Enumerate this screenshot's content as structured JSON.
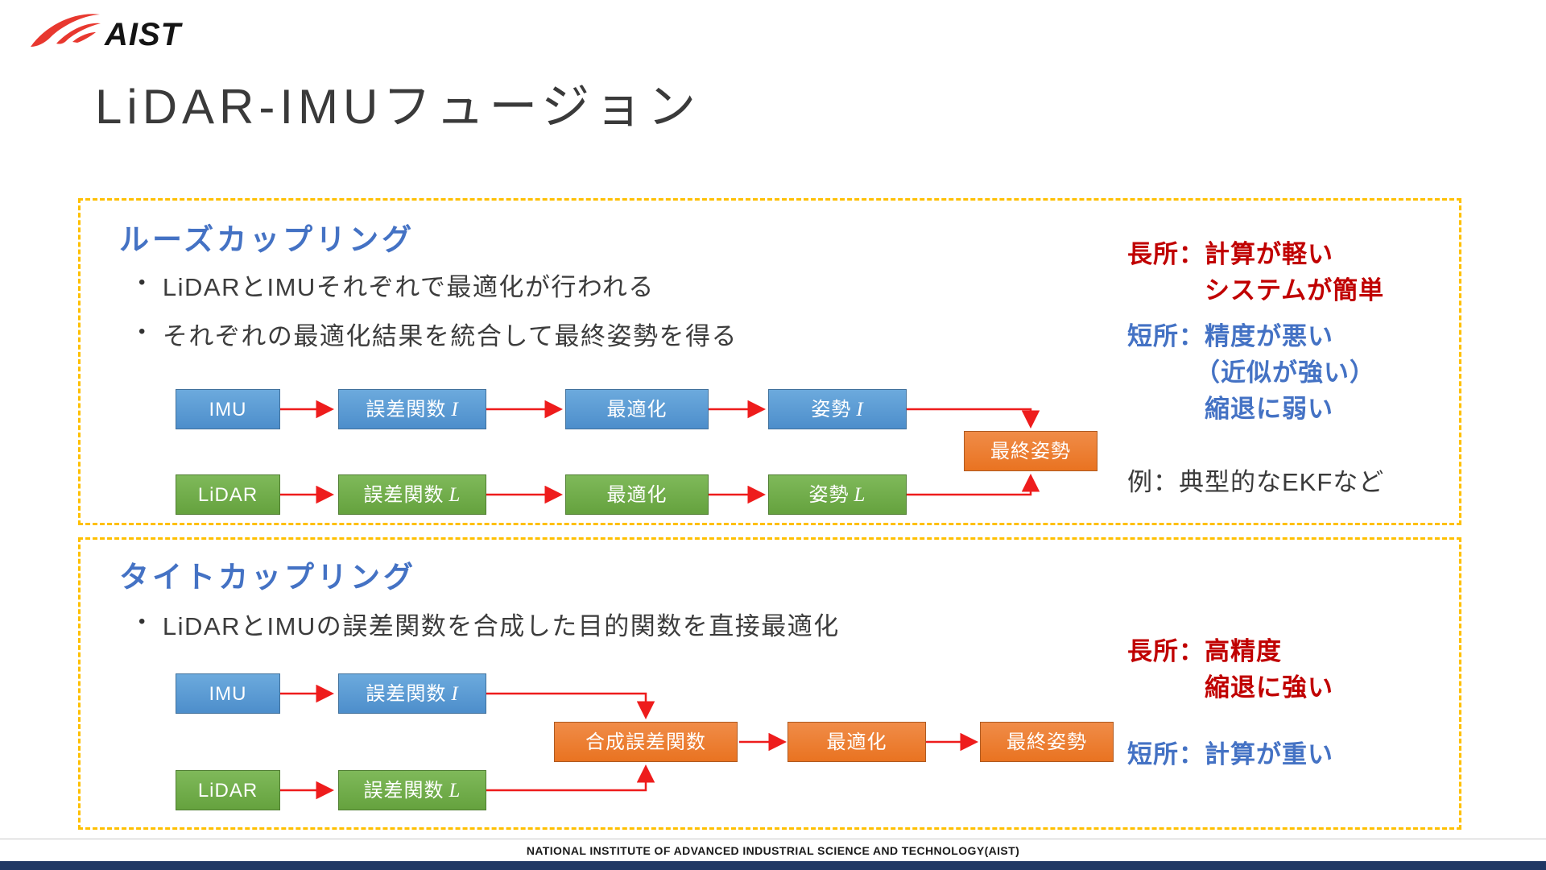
{
  "theme": {
    "accent-yellow": "#FFC000",
    "accent-blue-text": "#4472C4",
    "accent-red-text": "#C00000",
    "node-blue-dark": "#41719C",
    "node-green-dark": "#507E32",
    "node-orange-dark": "#AE5A21",
    "arrow-red": "#EE1C1C",
    "footer-bar": "#203864",
    "aist-red": "#E8382F"
  },
  "header": {
    "logo_text": "AIST"
  },
  "title": "LiDAR-IMUフュージョン",
  "loose": {
    "heading": "ルーズカップリング",
    "bullets": [
      "LiDARとIMUそれぞれで最適化が行われる",
      "それぞれの最適化結果を統合して最終姿勢を得る"
    ],
    "diagram": {
      "imu_row": {
        "source": "IMU",
        "error_fn": "誤差関数",
        "error_var": "I",
        "optimize": "最適化",
        "pose": "姿勢",
        "pose_var": "I"
      },
      "lidar_row": {
        "source": "LiDAR",
        "error_fn": "誤差関数",
        "error_var": "L",
        "optimize": "最適化",
        "pose": "姿勢",
        "pose_var": "L"
      },
      "final": "最終姿勢"
    },
    "pros_lines": [
      "長所：計算が軽い",
      "システムが簡単"
    ],
    "cons_lines": [
      "短所：精度が悪い",
      "（近似が強い）",
      "縮退に弱い"
    ],
    "example": "例：典型的なEKFなど"
  },
  "tight": {
    "heading": "タイトカップリング",
    "bullets": [
      "LiDARとIMUの誤差関数を合成した目的関数を直接最適化"
    ],
    "diagram": {
      "imu": "IMU",
      "error_i": "誤差関数",
      "error_i_var": "I",
      "lidar": "LiDAR",
      "error_l": "誤差関数",
      "error_l_var": "L",
      "combined": "合成誤差関数",
      "optimize": "最適化",
      "final": "最終姿勢"
    },
    "pros_lines": [
      "長所：高精度",
      "縮退に強い"
    ],
    "cons_lines": [
      "短所：計算が重い"
    ]
  },
  "footer": {
    "text": "NATIONAL INSTITUTE OF ADVANCED INDUSTRIAL SCIENCE AND TECHNOLOGY(AIST)"
  }
}
